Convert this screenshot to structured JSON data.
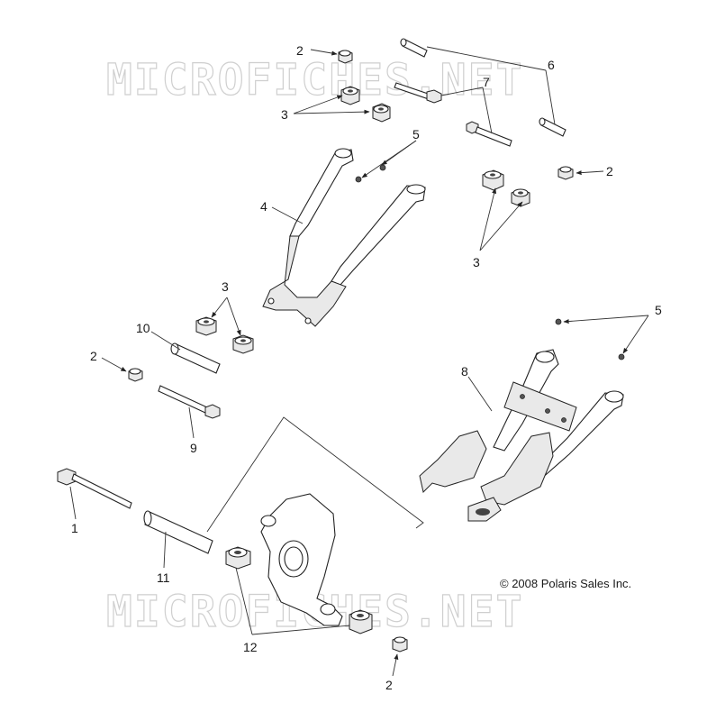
{
  "watermark": {
    "text": "MICROFICHES.NET"
  },
  "copyright": "© 2008 Polaris Sales Inc.",
  "callouts": {
    "n1": "1",
    "n2": "2",
    "n3": "3",
    "n4": "4",
    "n5": "5",
    "n6": "6",
    "n7": "7",
    "n8": "8",
    "n9": "9",
    "n10": "10",
    "n11": "11",
    "n12": "12"
  }
}
